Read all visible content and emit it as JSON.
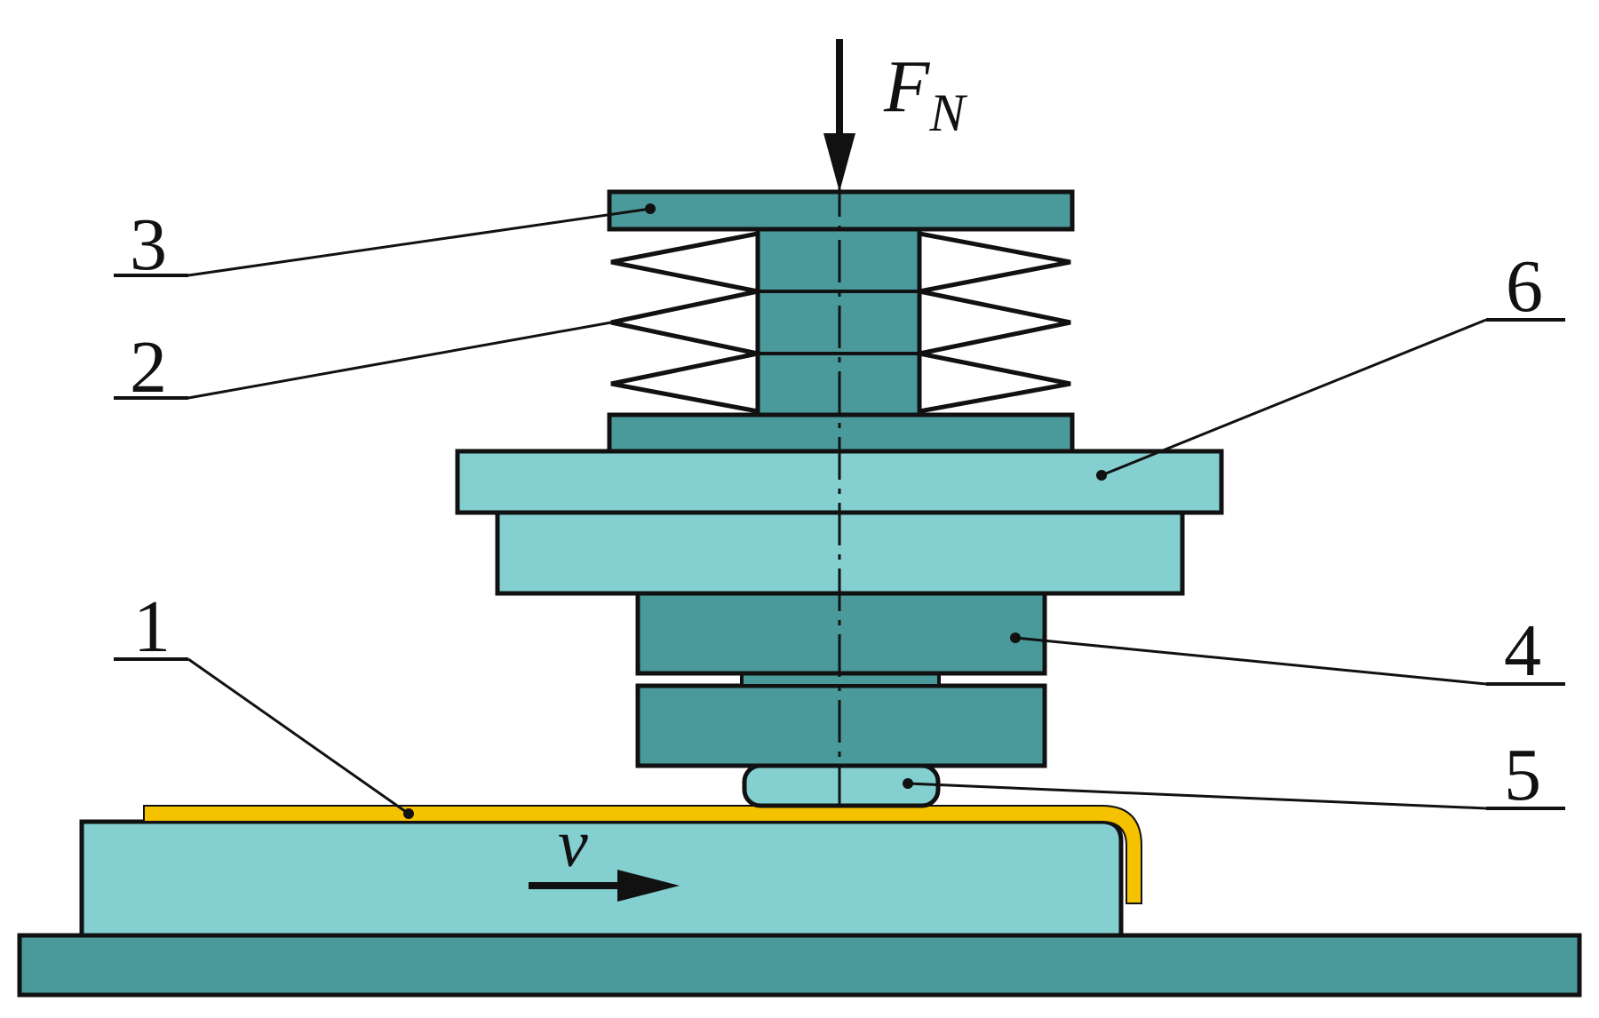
{
  "colors": {
    "dark_teal": "#4a9a9c",
    "light_teal": "#84cfd0",
    "film_yellow": "#f5c200",
    "outline": "#111111"
  },
  "force_label": {
    "main": "F",
    "sub": "N"
  },
  "velocity_label": "v",
  "part_labels": {
    "p1": "1",
    "p2": "2",
    "p3": "3",
    "p4": "4",
    "p5": "5",
    "p6": "6"
  }
}
